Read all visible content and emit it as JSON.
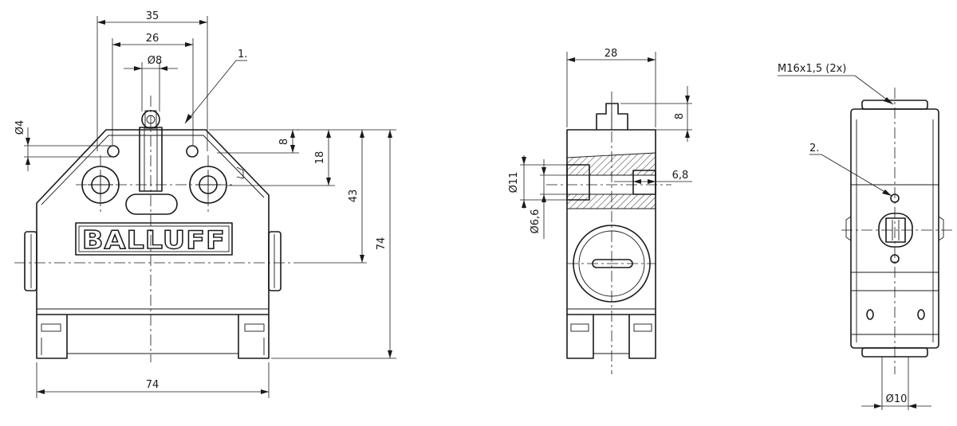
{
  "brand": {
    "logo_text": "BALLUFF"
  },
  "front_view": {
    "dimensions": {
      "width_top": "35",
      "width_holes": "26",
      "dia_roller": "Ø8",
      "dia_small_hole": "Ø4",
      "height_8": "8",
      "height_18": "18",
      "height_43": "43",
      "height_74": "74",
      "width_74": "74"
    },
    "callout": "1."
  },
  "side_view": {
    "dimensions": {
      "width_28": "28",
      "height_8": "8",
      "dia_11": "Ø11",
      "dia_6_6": "Ø6,6",
      "depth_6_8": "6,8"
    }
  },
  "right_view": {
    "thread": "M16x1,5 (2x)",
    "callout": "2.",
    "dia_10": "Ø10"
  }
}
